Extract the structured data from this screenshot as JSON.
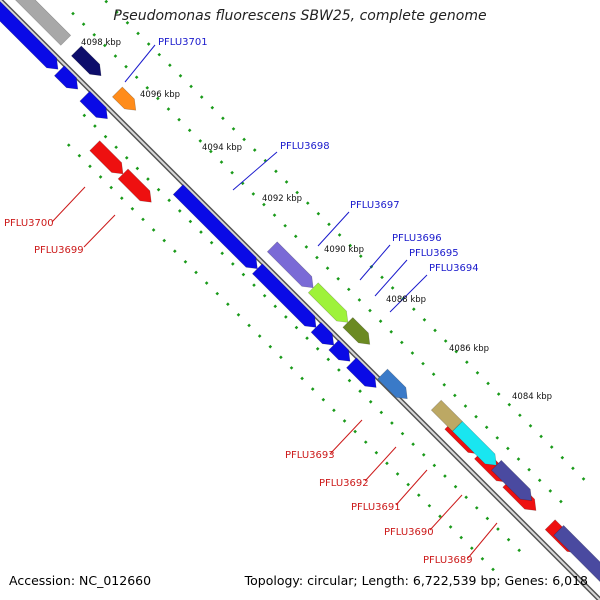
{
  "title": "Pseudomonas fluorescens SBW25, complete genome",
  "footer": {
    "accession": "Accession: NC_012660",
    "stats": "Topology: circular; Length: 6,722,539 bp; Genes: 6,018"
  },
  "ticks": [
    "4098 kbp",
    "4096 kbp",
    "4094 kbp",
    "4092 kbp",
    "4090 kbp",
    "4088 kbp",
    "4086 kbp",
    "4084 kbp"
  ],
  "genes_forward": [
    "PFLU3701",
    "PFLU3698",
    "PFLU3697",
    "PFLU3696",
    "PFLU3695",
    "PFLU3694"
  ],
  "genes_reverse": [
    "PFLU3700",
    "PFLU3699",
    "PFLU3693",
    "PFLU3692",
    "PFLU3691",
    "PFLU3690",
    "PFLU3689"
  ],
  "colors": {
    "forward_label": "#1a1acc",
    "reverse_label": "#cc1a1a",
    "blue": "#0a0ae6",
    "navy": "#0d0d6b",
    "red": "#ee1010",
    "orange": "#ff8c1a",
    "purple": "#7a6ad6",
    "lime": "#9ef23a",
    "olive": "#6b8a22",
    "cyan": "#19e6f0",
    "slate": "#4a4aa0",
    "khaki": "#bca864",
    "steel": "#3a7ac8",
    "tick_green": "#1a9a1a",
    "backbone": "#7a7a7a"
  }
}
